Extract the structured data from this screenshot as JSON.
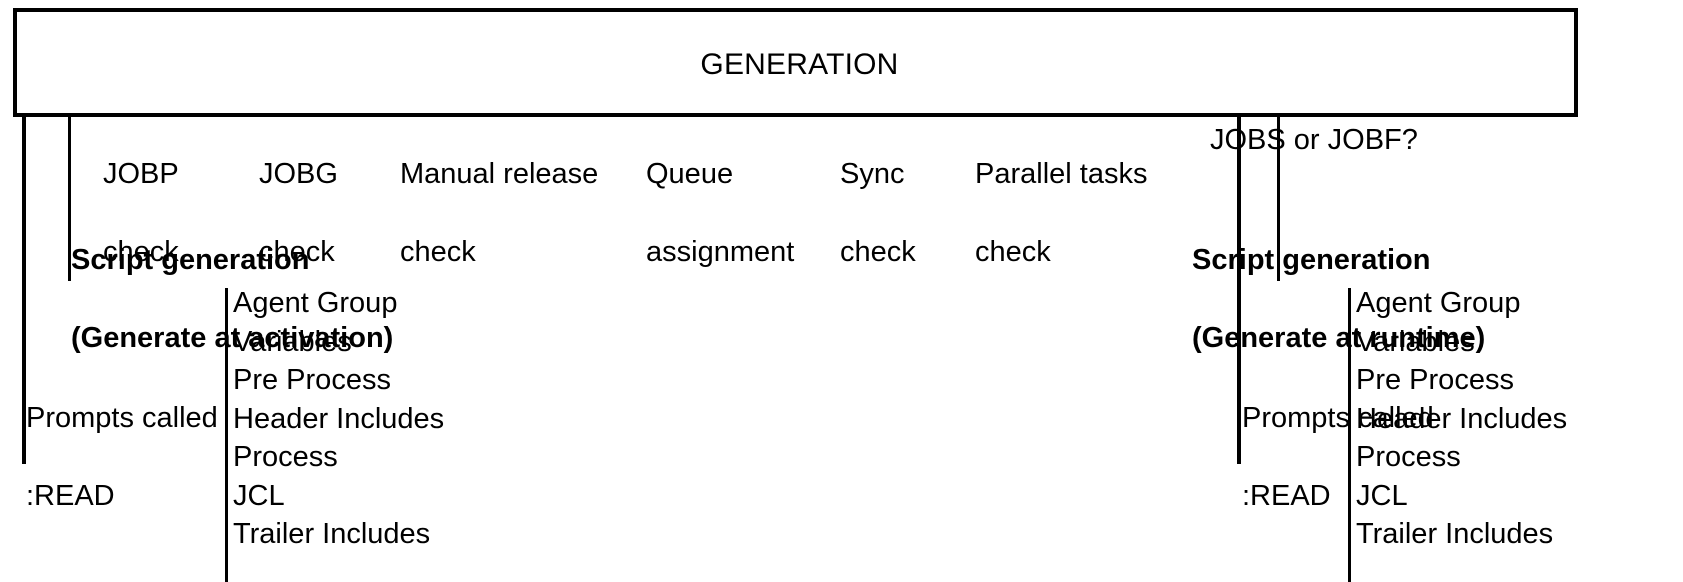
{
  "diagram": {
    "title": "GENERATION",
    "header_box": {
      "label": "GENERATION"
    },
    "checks": [
      {
        "line1": "JOBP",
        "line2": "check"
      },
      {
        "line1": "JOBG",
        "line2": "check"
      },
      {
        "line1": "Manual release",
        "line2": "check"
      },
      {
        "line1": "Queue",
        "line2": "assignment"
      },
      {
        "line1": "Sync",
        "line2": "check"
      },
      {
        "line1": "Parallel tasks",
        "line2": "check"
      }
    ],
    "right_question": "JOBS or JOBF?",
    "branches": {
      "activation": {
        "heading_line1": "Script generation",
        "heading_line2": "(Generate at activation)",
        "prompts_line1": "Prompts called",
        "prompts_line2": ":READ",
        "items": [
          "Agent Group",
          "Variables",
          "Pre Process",
          "Header Includes",
          "Process",
          "JCL",
          "Trailer Includes"
        ]
      },
      "runtime": {
        "heading_line1": "Script generation",
        "heading_line2": "(Generate at runtime)",
        "prompts_line1": "Prompts called",
        "prompts_line2": ":READ",
        "items": [
          "Agent Group",
          "Variables",
          "Pre Process",
          "Header Includes",
          "Process",
          "JCL",
          "Trailer Includes"
        ]
      }
    },
    "colors": {
      "stroke": "#000000",
      "background": "#ffffff",
      "text": "#000000"
    }
  }
}
